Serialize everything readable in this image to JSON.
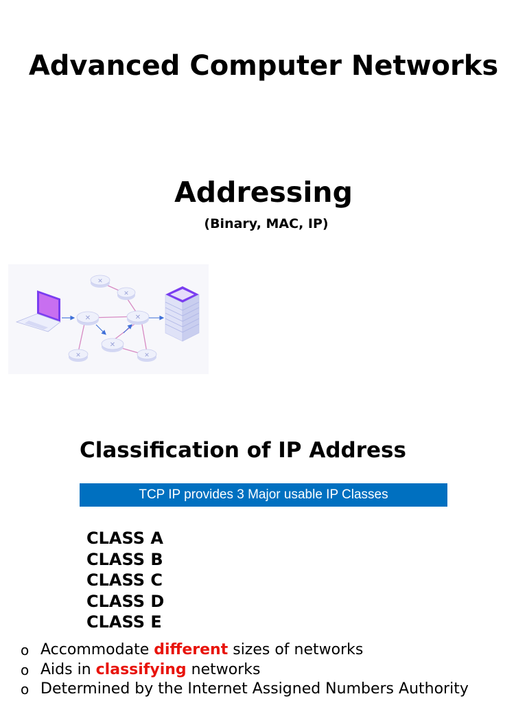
{
  "slide": {
    "title": "Advanced Computer Networks",
    "topic": "Addressing",
    "topic_sub": "(Binary, MAC, IP)"
  },
  "section": {
    "heading": "Classification of IP Address",
    "banner": "TCP IP provides 3 Major usable IP Classes",
    "classes": [
      "CLASS A",
      "CLASS B",
      "CLASS C",
      "CLASS D",
      "CLASS E"
    ]
  },
  "bullets": {
    "marker": "o",
    "items": [
      {
        "pre": "Accommodate ",
        "hl": "different",
        "post": " sizes of networks"
      },
      {
        "pre": "Aids in ",
        "hl": "classifying",
        "post": " networks"
      },
      {
        "pre": "Determined by the Internet Assigned Numbers Authority",
        "hl": "",
        "post": ""
      }
    ]
  },
  "colors": {
    "banner_bg": "#0070c0",
    "highlight": "#e8140c",
    "router_fill": "#eef0fb",
    "link_line": "#d78ac3",
    "laptop_screen": "#7a3df0",
    "server": "#d5d9f3"
  },
  "icons": {
    "laptop": "laptop-icon",
    "router": "router-icon",
    "server": "server-icon"
  }
}
